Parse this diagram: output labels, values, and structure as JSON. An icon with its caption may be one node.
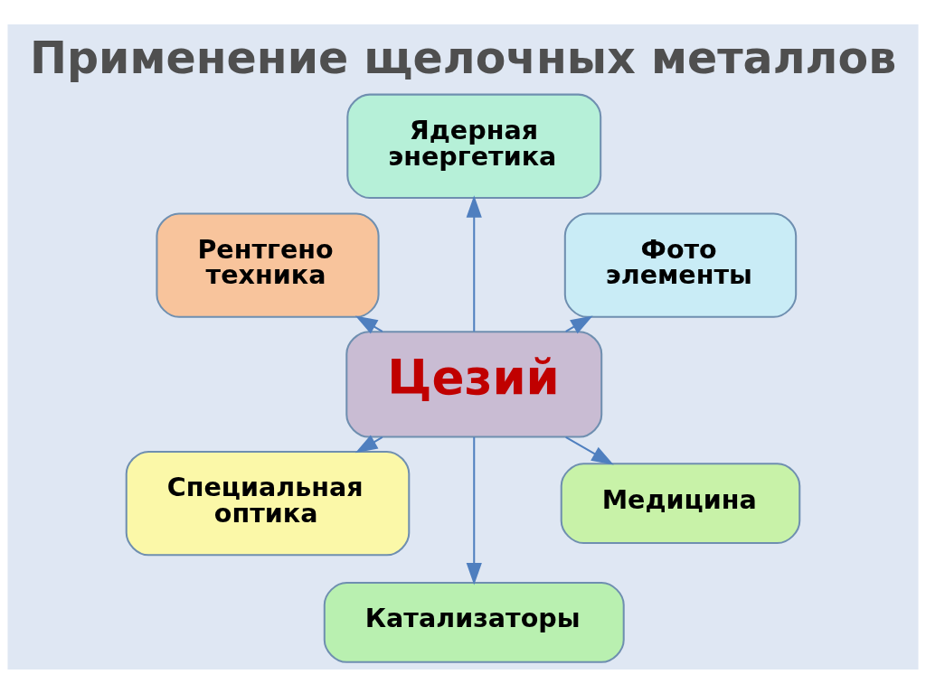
{
  "diagram": {
    "title": "Применение щелочных металлов",
    "nodes": [
      {
        "text": [
          "Фото элементы"
        ]
      },
      {
        "text": [
          "Ядерная энергетика"
        ]
      },
      {
        "text": [
          "Рентгено техника"
        ]
      },
      {
        "text": [
          "Цезий"
        ]
      },
      {
        "text": [
          "Специальная оптика"
        ]
      },
      {
        "text": [
          "Катализаторы"
        ]
      },
      {
        "text": [
          "Медицина"
        ]
      }
    ],
    "edges": [
      {
        "from": 3,
        "to": 0,
        "arrow": "to"
      },
      {
        "from": 3,
        "to": 1,
        "arrow": "to"
      },
      {
        "from": 3,
        "to": 5,
        "arrow": "to"
      },
      {
        "from": 3,
        "to": 6,
        "arrow": "to"
      },
      {
        "from": 3,
        "to": 4,
        "arrow": "to"
      },
      {
        "from": 3,
        "to": 2,
        "arrow": "to"
      }
    ]
  }
}
